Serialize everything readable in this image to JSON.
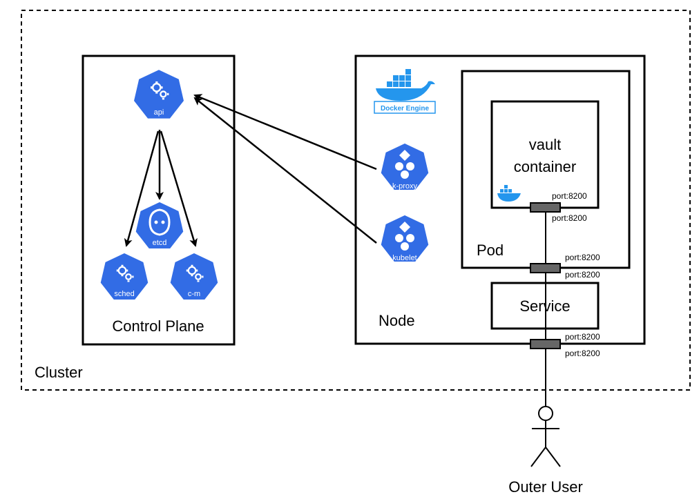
{
  "cluster": {
    "label": "Cluster"
  },
  "control_plane": {
    "label": "Control Plane",
    "components": {
      "api": "api",
      "etcd": "etcd",
      "sched": "sched",
      "cm": "c-m"
    }
  },
  "node": {
    "label": "Node",
    "docker_engine": "Docker Engine",
    "components": {
      "kproxy": "k-proxy",
      "kubelet": "kubelet"
    }
  },
  "pod": {
    "label": "Pod"
  },
  "container": {
    "label_line1": "vault",
    "label_line2": "container"
  },
  "service": {
    "label": "Service"
  },
  "ports": {
    "container_top": "port:8200",
    "container_bottom": "port:8200",
    "pod_top": "port:8200",
    "pod_bottom": "port:8200",
    "node_top": "port:8200",
    "node_bottom": "port:8200"
  },
  "user": {
    "label": "Outer User"
  },
  "colors": {
    "k8s_blue": "#326ce5",
    "docker_blue": "#2496ed",
    "port_gray": "#666666"
  }
}
